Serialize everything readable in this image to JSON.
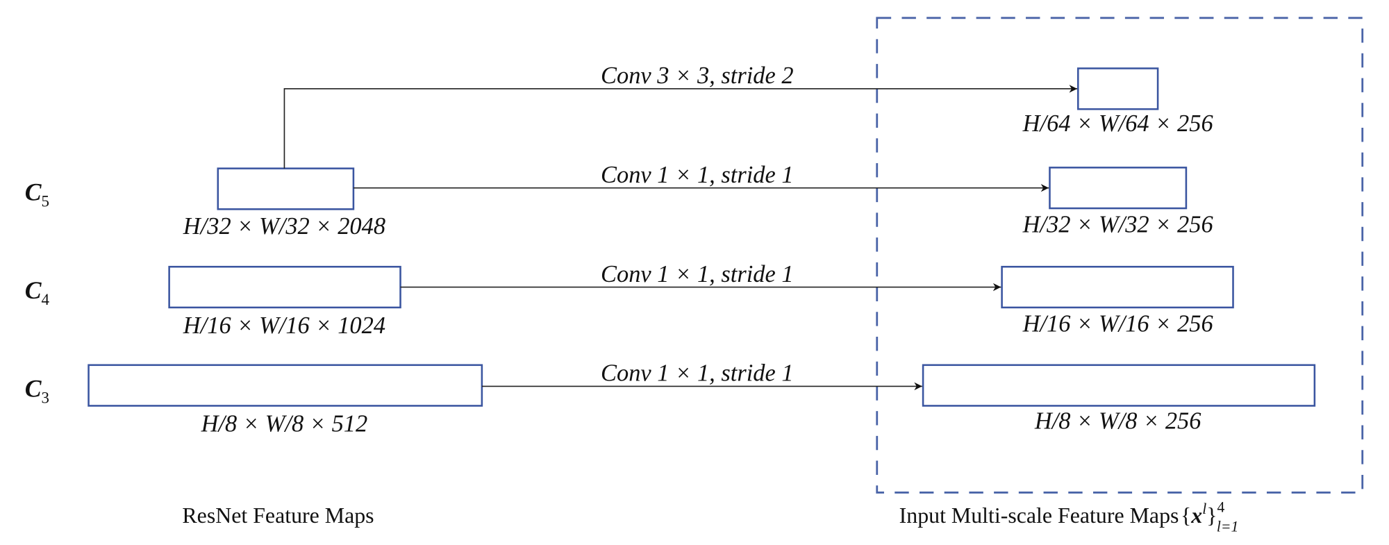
{
  "levels": {
    "c5": "C",
    "c5_sub": "5",
    "c4": "C",
    "c4_sub": "4",
    "c3": "C",
    "c3_sub": "3"
  },
  "operations": {
    "c5_down": "Conv 3 × 3, stride 2",
    "c5": "Conv 1 × 1, stride 1",
    "c4": "Conv 1 × 1, stride 1",
    "c3": "Conv 1 × 1, stride 1"
  },
  "input_dims": {
    "c5": "H/32 × W/32 × 2048",
    "c4": "H/16 × W/16 × 1024",
    "c3": "H/8 × W/8 × 512"
  },
  "output_dims": {
    "x64": "H/64 × W/64 × 256",
    "x32": "H/32 × W/32 × 256",
    "x16": "H/16 × W/16 × 256",
    "x8": "H/8 × W/8 × 256"
  },
  "captions": {
    "left": "ResNet Feature Maps",
    "right": "Input Multi-scale Feature Maps",
    "right_math_open": "{",
    "right_math_x": "x",
    "right_math_l": "l",
    "right_math_close": "}",
    "right_math_sup": "4",
    "right_math_sub": "l=1"
  },
  "colors": {
    "box_stroke": "#3a55a0",
    "dashed_border": "#4a64a8"
  }
}
